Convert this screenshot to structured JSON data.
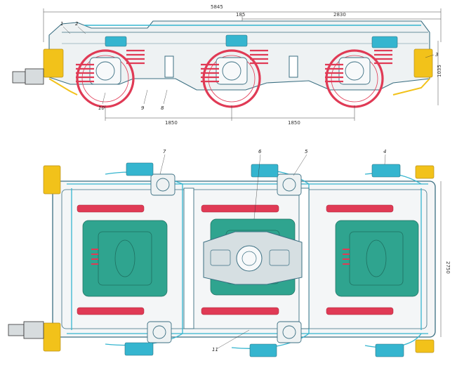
{
  "dimensions": {
    "overall_length": "5845",
    "center_offset": "185",
    "right_span": "2830",
    "axle_spacing_left": "1850",
    "axle_spacing_right": "1850",
    "height": "1035",
    "width": "2750"
  },
  "side_view_labels": [
    "1",
    "2",
    "3",
    "10",
    "9",
    "8"
  ],
  "plan_view_labels": [
    "7",
    "6",
    "5",
    "4",
    "11"
  ],
  "colors": {
    "line": "#3b6f82",
    "thin": "#5e8796",
    "yellow": "#f2c21a",
    "cyan": "#35b5cf",
    "teal": "#2fa48f",
    "red": "#e03a55",
    "gray": "#b9c3c7"
  }
}
